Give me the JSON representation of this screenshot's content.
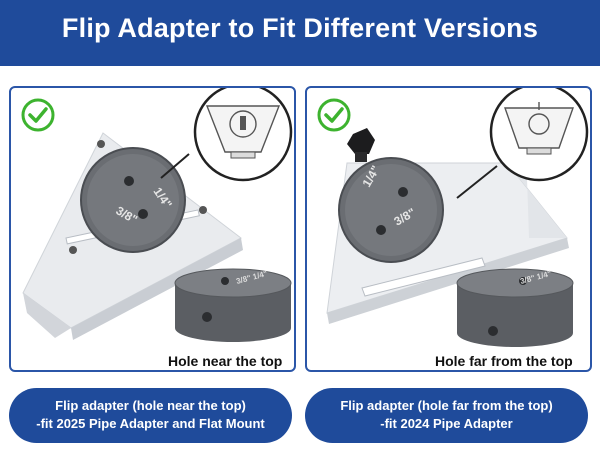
{
  "header": {
    "title": "Flip Adapter to Fit Different Versions"
  },
  "panels": [
    {
      "caption": "Hole near the top",
      "engraving_large": "1/4\"",
      "engraving_small": "3/8\"",
      "puck_engraving": "3/8\" 1/4\"",
      "check_icon": "check-circle-icon"
    },
    {
      "caption": "Hole far from the top",
      "engraving_large": "1/4\"",
      "engraving_small": "3/8\"",
      "puck_engraving": "3/8\" 1/4\"",
      "check_icon": "check-circle-icon"
    }
  ],
  "pills": [
    {
      "line1": "Flip adapter (hole near the top)",
      "line2": "-fit 2025 Pipe Adapter and Flat Mount"
    },
    {
      "line1": "Flip adapter (hole far from the top)",
      "line2": "-fit 2024 Pipe Adapter"
    }
  ],
  "colors": {
    "brand_blue": "#1f4b9b",
    "check_green": "#3db32f",
    "border_blue": "#2b56a8"
  }
}
